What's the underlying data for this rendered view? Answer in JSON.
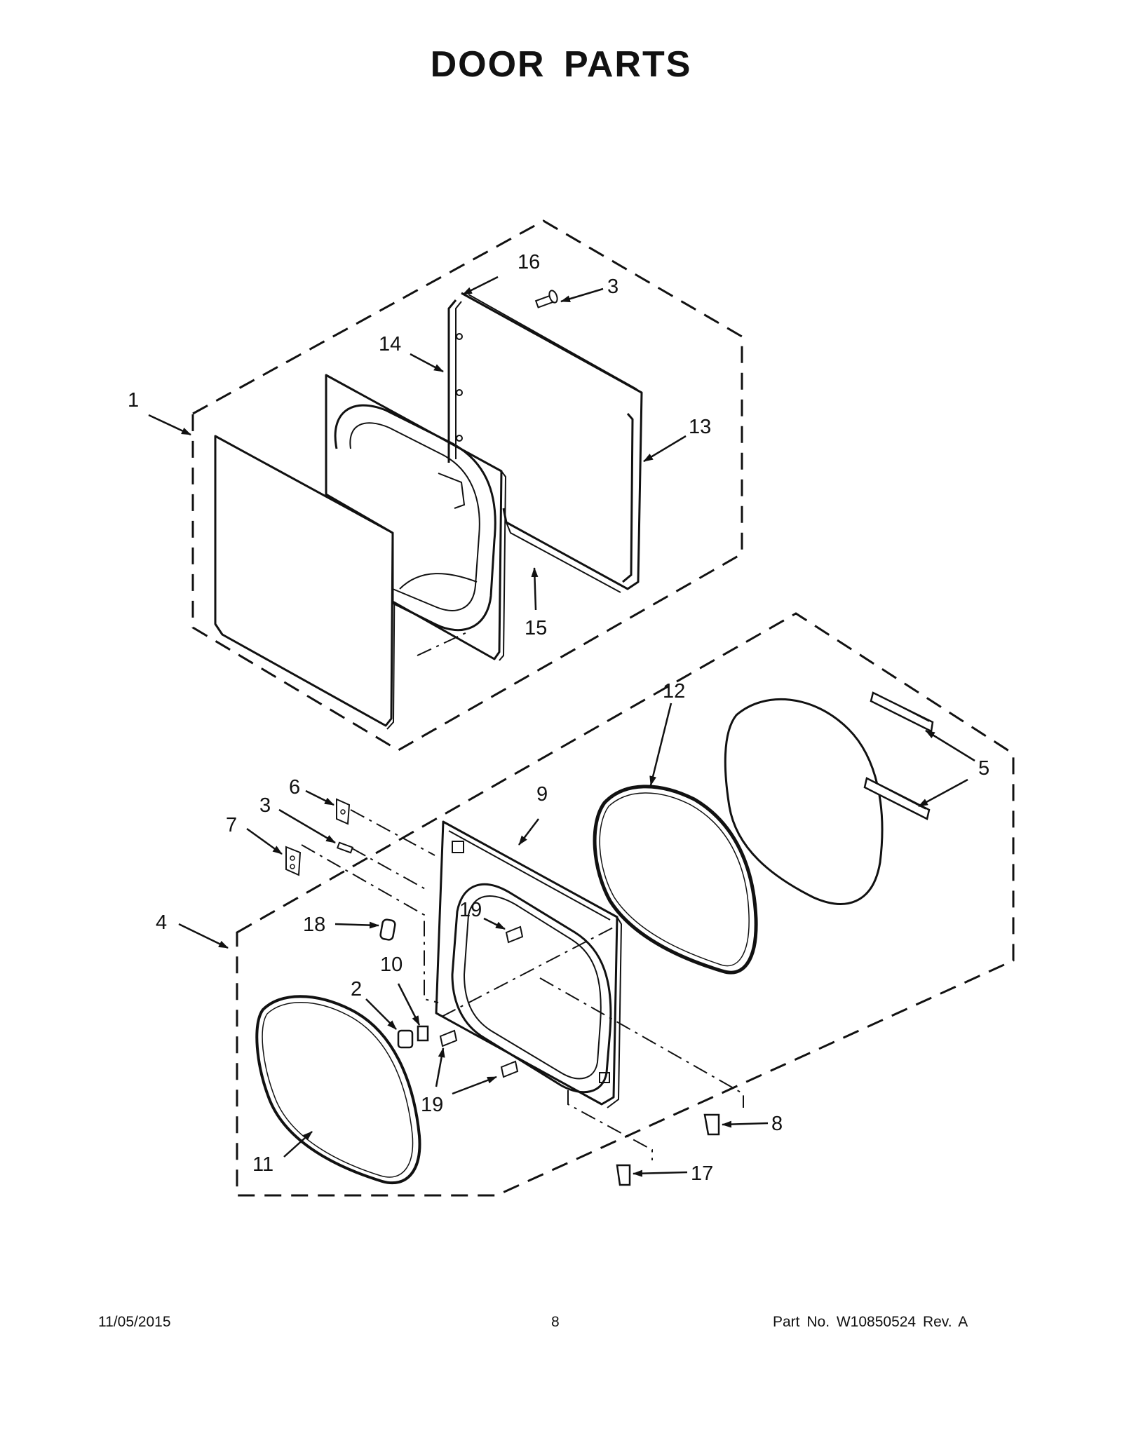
{
  "title": "DOOR PARTS",
  "callouts": {
    "c1": "1",
    "c2": "2",
    "c3a": "3",
    "c3b": "3",
    "c4": "4",
    "c5": "5",
    "c6": "6",
    "c7": "7",
    "c8": "8",
    "c9": "9",
    "c10": "10",
    "c11": "11",
    "c12": "12",
    "c13": "13",
    "c14": "14",
    "c15": "15",
    "c16": "16",
    "c17": "17",
    "c18": "18",
    "c19a": "19",
    "c19b": "19"
  },
  "footer": {
    "date": "11/05/2015",
    "page": "8",
    "part_no": "Part No.  W10850524  Rev.  A"
  }
}
